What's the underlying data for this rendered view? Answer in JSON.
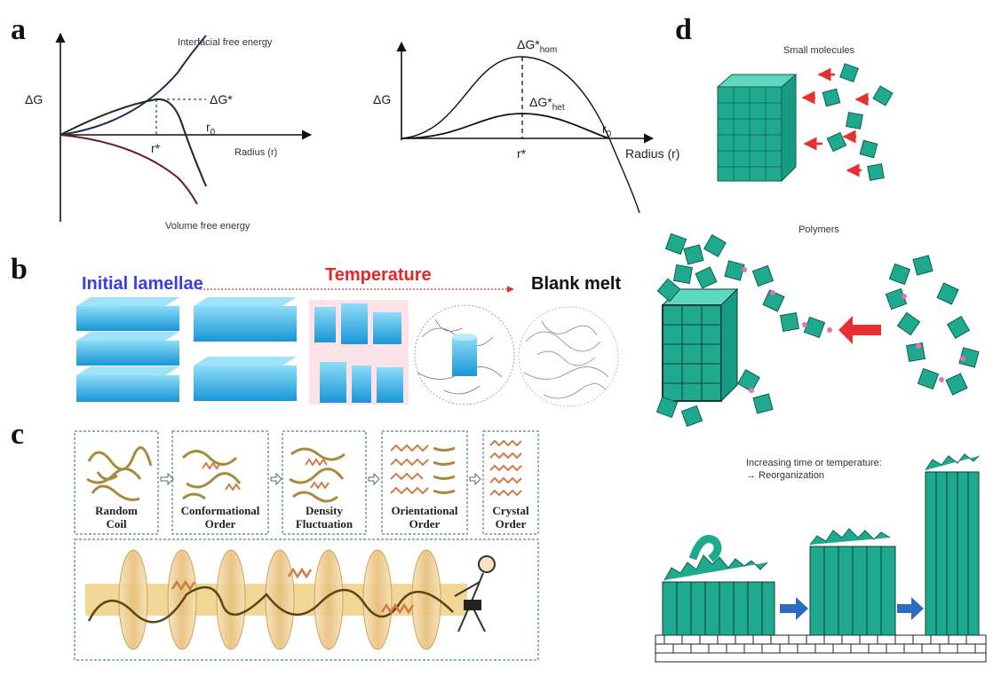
{
  "panels": {
    "a": {
      "letter": "a"
    },
    "b": {
      "letter": "b"
    },
    "c": {
      "letter": "c"
    },
    "d": {
      "letter": "d"
    }
  },
  "panel_a_left": {
    "y_label": "ΔG",
    "x_label": "Radius (r)",
    "interfacial": "Interfacial free energy",
    "volume": "Volume free energy",
    "barrier": "ΔG*",
    "critical_radius": "r*",
    "r0": "r",
    "r0_sub": "0"
  },
  "panel_a_right": {
    "y_label": "ΔG",
    "x_label": "Radius (r)",
    "hom_main": "ΔG*",
    "hom_sub": "hom",
    "het_main": "ΔG*",
    "het_sub": "het",
    "critical_radius": "r*",
    "r0": "r",
    "r0_sub": "0"
  },
  "panel_b": {
    "initial": "Initial lamellae",
    "temperature": "Temperature",
    "blank": "Blank melt",
    "colors": {
      "initial": "#3b3bea",
      "temperature": "#e8262a",
      "lamella": "#29aee8"
    }
  },
  "panel_c": {
    "stages": [
      {
        "line1": "Random",
        "line2": "Coil"
      },
      {
        "line1": "Conformational",
        "line2": "Order"
      },
      {
        "line1": "Density",
        "line2": "Fluctuation"
      },
      {
        "line1": "Orientational",
        "line2": "Order"
      },
      {
        "line1": "Crystal",
        "line2": "Order"
      }
    ]
  },
  "panel_d": {
    "small_molecules": "Small molecules",
    "polymers": "Polymers",
    "reorg_line1": "Increasing time or temperature:",
    "reorg_line2": "→ Reorganization",
    "colors": {
      "cube": "#1faa90",
      "arrow_red": "#e53030",
      "arrow_blue": "#2e6bc0"
    }
  }
}
